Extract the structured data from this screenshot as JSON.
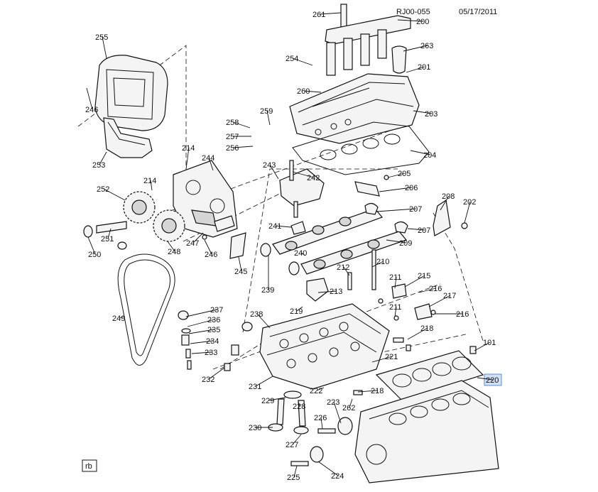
{
  "header": {
    "code": "RJ00-055",
    "date": "05/17/2011"
  },
  "corner_tag": "rb",
  "highlight": {
    "label": "220",
    "color": "#cfe0f7",
    "border": "#5b8fd6"
  },
  "callouts": [
    "261",
    "200",
    "263",
    "254",
    "201",
    "255",
    "260",
    "203",
    "246",
    "258",
    "259",
    "257",
    "256",
    "204",
    "253",
    "214",
    "244",
    "243",
    "242",
    "205",
    "206",
    "208",
    "202",
    "252",
    "214b",
    "207",
    "241",
    "207b",
    "251",
    "250",
    "248",
    "247",
    "246b",
    "209",
    "245",
    "240",
    "239",
    "212",
    "210",
    "211",
    "215",
    "216",
    "213",
    "219",
    "217",
    "237",
    "236",
    "235",
    "238",
    "211b",
    "216b",
    "234",
    "218",
    "233",
    "101",
    "221",
    "232",
    "249",
    "231",
    "222",
    "218b",
    "229",
    "228",
    "223",
    "262",
    "226",
    "230",
    "227",
    "224",
    "225"
  ],
  "labels": {
    "261": "261",
    "200": "200",
    "263": "263",
    "254": "254",
    "201": "201",
    "255": "255",
    "260": "260",
    "203": "203",
    "246": "246",
    "258": "258",
    "259": "259",
    "257": "257",
    "256": "256",
    "204": "204",
    "253": "253",
    "214": "214",
    "244": "244",
    "243": "243",
    "242": "242",
    "205": "205",
    "206": "206",
    "208": "208",
    "202": "202",
    "252": "252",
    "214b": "214",
    "207": "207",
    "241": "241",
    "207b": "207",
    "251": "251",
    "250": "250",
    "248": "248",
    "247": "247",
    "246b": "246",
    "209": "209",
    "245": "245",
    "240": "240",
    "239": "239",
    "212": "212",
    "210": "210",
    "211": "211",
    "215": "215",
    "216": "216",
    "213": "213",
    "219": "219",
    "217": "217",
    "237": "237",
    "236": "236",
    "235": "235",
    "238": "238",
    "211b": "211",
    "216b": "216",
    "234": "234",
    "218": "218",
    "233": "233",
    "101": "101",
    "221": "221",
    "232": "232",
    "249": "249",
    "231": "231",
    "222": "222",
    "218b": "218",
    "229": "229",
    "228": "228",
    "223": "223",
    "262": "262",
    "226": "226",
    "230": "230",
    "227": "227",
    "224": "224",
    "225": "225",
    "220": "220"
  }
}
